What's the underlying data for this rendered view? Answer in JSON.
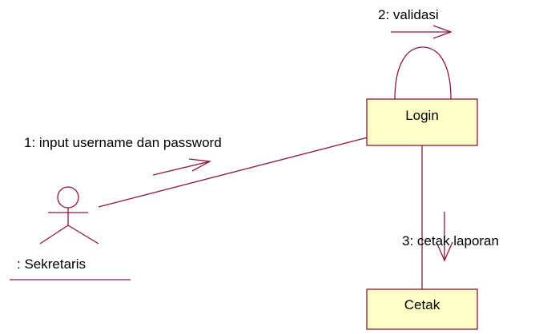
{
  "diagram": {
    "actor": {
      "name": ": Sekretaris"
    },
    "objects": {
      "login": {
        "name": "Login"
      },
      "cetak": {
        "name": "Cetak"
      }
    },
    "messages": {
      "m1": "1: input username dan password",
      "m2": "2: validasi",
      "m3": "3: cetak laporan"
    },
    "colors": {
      "line": "#8b1a3c",
      "box_fill": "#ffffc8",
      "text": "#000000"
    }
  }
}
